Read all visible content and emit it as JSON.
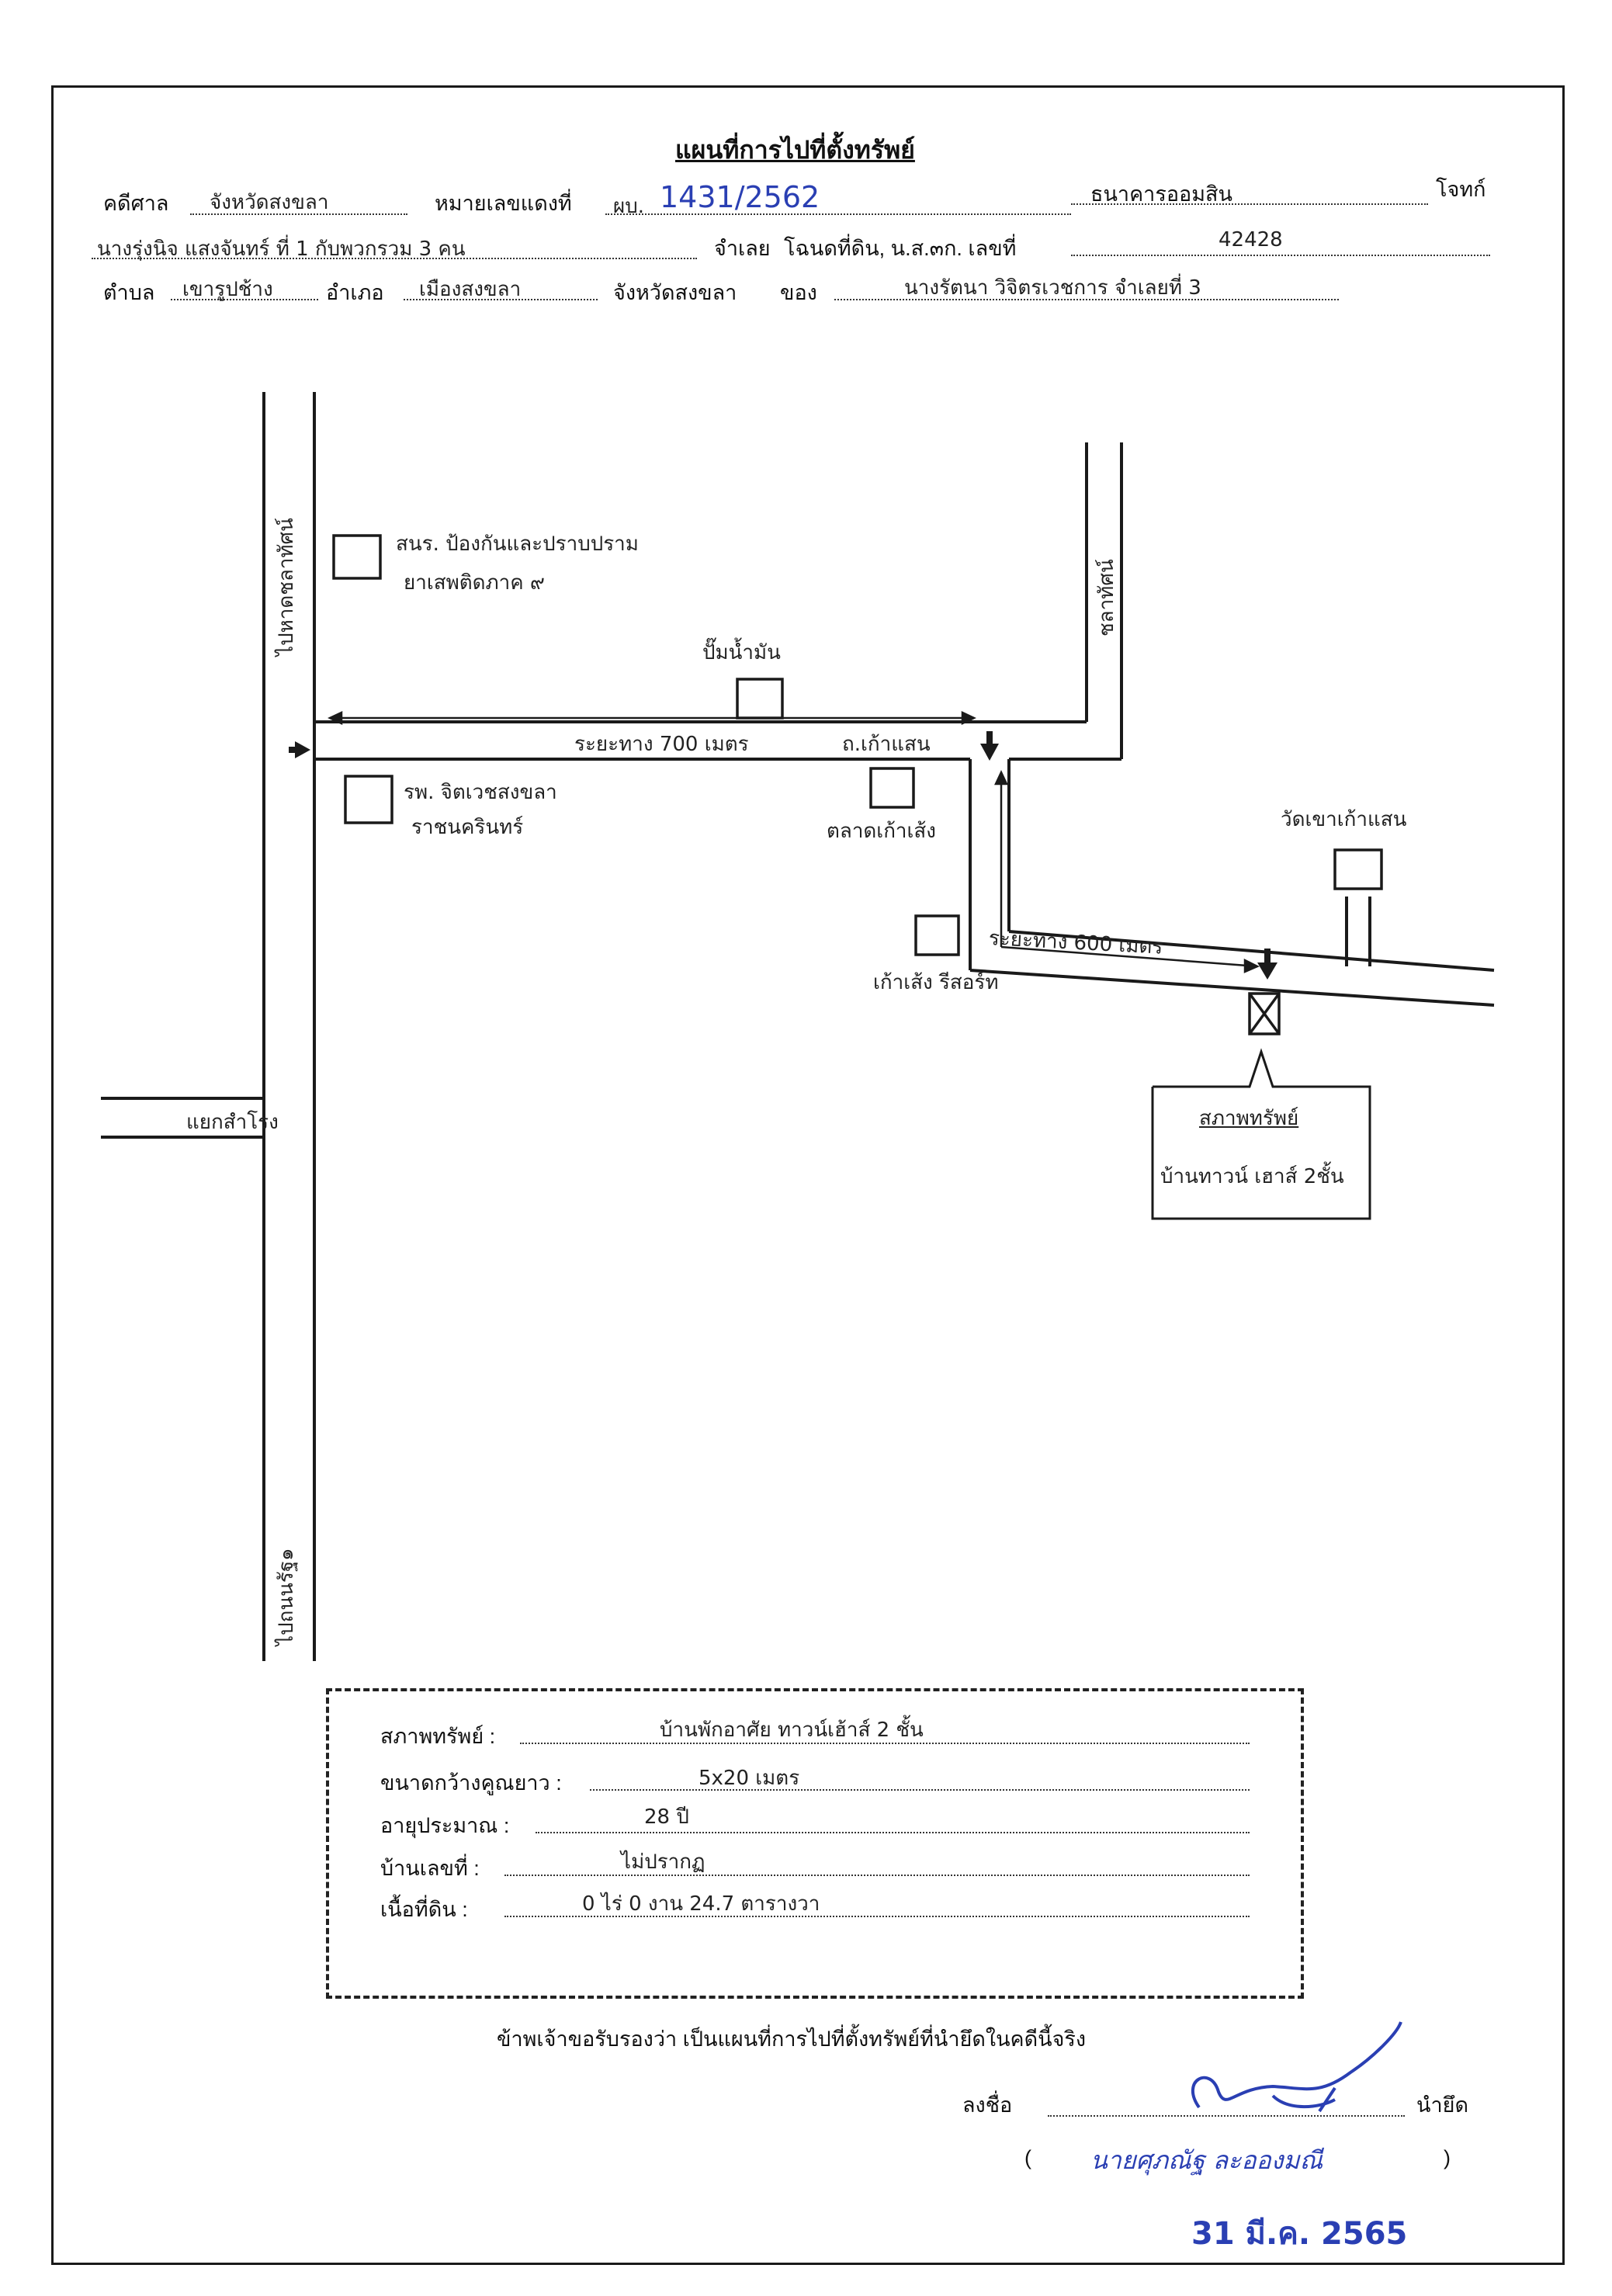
{
  "header": {
    "title": "แผนที่การไปที่ตั้งทรัพย์",
    "court_label": "คดีศาล",
    "court_value": "จังหวัดสงขลา",
    "case_no_label": "หมายเลขแดงที่",
    "case_no_prefix": "ผบ.",
    "case_no_value": "1431/2562",
    "plaintiff_value": "ธนาคารออมสิน",
    "plaintiff_label": "โจทก์",
    "defendant_value": "นางรุ่งนิจ แสงจันทร์ ที่ 1 กับพวกรวม 3 คน",
    "defendant_label": "จำเลย",
    "deed_label": "โฉนดที่ดิน, น.ส.๓ก. เลขที่",
    "deed_value": "42428",
    "subdistrict_label": "ตำบล",
    "subdistrict_value": "เขารูปช้าง",
    "district_label": "อำเภอ",
    "district_value": "เมืองสงขลา",
    "province_label": "จังหวัดสงขลา",
    "owner_label": "ของ",
    "owner_value": "นางรัตนา วิจิตรเวชการ จำเลยที่ 3"
  },
  "map": {
    "road_left_top": "ไปหาดชลาทัศน์",
    "road_left_bottom": "ไปถนนรัฐ๑",
    "road_right": "ชลาทัศน์",
    "landmark_1_line1": "สนร. ป้องกันและปราบปราม",
    "landmark_1_line2": "ยาเสพติดภาค ๙",
    "landmark_2": "ปั๊มน้ำมัน",
    "landmark_3_line1": "รพ. จิตเวชสงขลา",
    "landmark_3_line2": "ราชนครินทร์",
    "landmark_4": "ตลาดเก้าเส้ง",
    "landmark_5": "เก้าเส้ง รีสอร์ท",
    "landmark_6": "วัดเขาเก้าแสน",
    "distance_1": "ระยะทาง 700 เมตร",
    "road_name": "ถ.เก้าแสน",
    "distance_2": "ระยะทาง 600 เมตร",
    "junction": "แยกสำโรง",
    "callout_title": "สภาพทรัพย์",
    "callout_body": "บ้านทาวน์ เฮาส์ 2ชั้น"
  },
  "property": {
    "condition_label": "สภาพทรัพย์ :",
    "condition_value": "บ้านพักอาศัย ทาวน์เฮ้าส์ 2 ชั้น",
    "size_label": "ขนาดกว้างคูณยาว :",
    "size_value": "5x20 เมตร",
    "age_label": "อายุประมาณ :",
    "age_value": "28 ปี",
    "house_no_label": "บ้านเลขที่ :",
    "house_no_value": "ไม่ปรากฏ",
    "land_area_label": "เนื้อที่ดิน :",
    "land_area_value": "0 ไร่ 0 งาน 24.7 ตารางวา"
  },
  "footer": {
    "certify": "ข้าพเจ้าขอรับรองว่า เป็นแผนที่การไปที่ตั้งทรัพย์ที่นำยึดในคดีนี้จริง",
    "sign_label": "ลงชื่อ",
    "seizer_label": "นำยึด",
    "open_paren": "(",
    "name_value": "นายศุภณัฐ ละอองมณี",
    "close_paren": ")",
    "stamp_date": "31 มี.ค. 2565"
  }
}
